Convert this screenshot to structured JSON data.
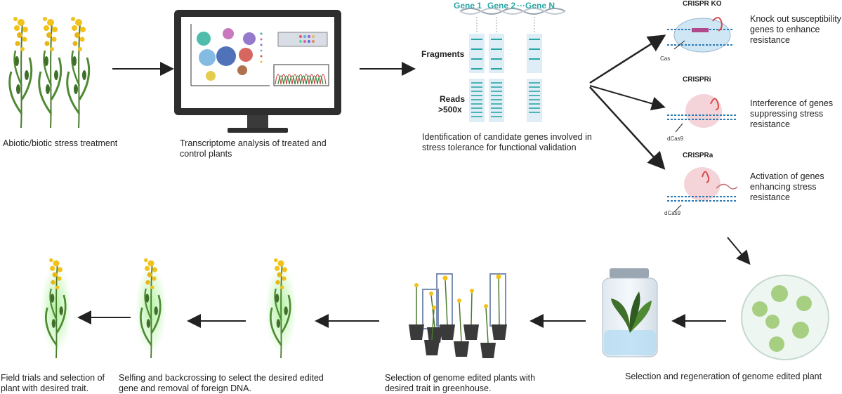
{
  "captions": {
    "stress": "Abiotic/biotic stress treatment",
    "transcriptome": "Transcriptome analysis of treated and control plants",
    "identification": "Identification of candidate genes involved in stress tolerance for functional validation",
    "crispr_ko_desc": "Knock out susceptibility genes to enhance resistance",
    "crispri_desc": "Interference of genes suppressing stress resistance",
    "crispra_desc": "Activation of genes enhancing stress resistance",
    "regeneration": "Selection and regeneration of genome edited plant",
    "greenhouse": "Selection of genome edited plants with desired trait in greenhouse.",
    "selfing": "Selfing and backcrossing to select the desired edited gene and removal of foreign DNA.",
    "field": "Field trials and selection of plant with desired trait."
  },
  "labels": {
    "gene1": "Gene 1",
    "gene2": "Gene 2",
    "dots": "···",
    "geneN": "Gene N",
    "fragments": "Fragments",
    "reads": "Reads",
    "reads_depth": ">500x",
    "crispr_ko": "CRISPR KO",
    "crispri": "CRISPRi",
    "crispra": "CRISPRa",
    "cas": "Cas",
    "dcas9_i": "dCas9",
    "dcas9_a": "dCas9"
  },
  "colors": {
    "arrow": "#222222",
    "plant_yellow": "#f2c21a",
    "plant_green": "#4a7a2e",
    "teal": "#2aa6a6",
    "frame_blue": "#7d8fb3",
    "glow": "#8fe07a"
  }
}
